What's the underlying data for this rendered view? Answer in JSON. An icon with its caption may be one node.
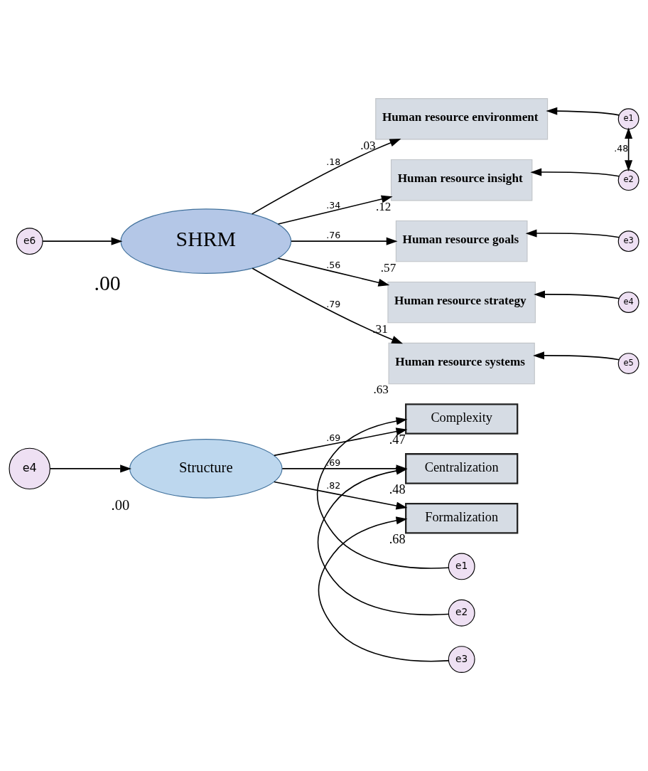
{
  "diagram": {
    "nodes": [
      {
        "text": [
          "e4"
        ]
      },
      {
        "text": [
          "Structure"
        ],
        "beside": [
          ".00"
        ]
      },
      {
        "text": [
          "e1"
        ]
      },
      {
        "text": [
          "Complexity"
        ],
        "beside": [
          ".47"
        ]
      },
      {
        "text": [
          "e2"
        ]
      },
      {
        "text": [
          "Centralization"
        ],
        "beside": [
          ".48"
        ]
      },
      {
        "text": [
          "e3"
        ]
      },
      {
        "text": [
          "Formalization"
        ],
        "beside": [
          ".68"
        ]
      },
      {
        "text": [
          "e6"
        ]
      },
      {
        "text": [
          "SHRM"
        ],
        "beside": [
          ".00"
        ]
      },
      {
        "text": [
          "Human resource environment"
        ],
        "beside": [
          ".03"
        ]
      },
      {
        "text": [
          "e1"
        ]
      },
      {
        "text": [
          "Human resource insight"
        ],
        "beside": [
          ".12"
        ]
      },
      {
        "text": [
          "e2"
        ]
      },
      {
        "text": [
          "Human resource goals"
        ],
        "beside": [
          ".57"
        ]
      },
      {
        "text": [
          "e3"
        ]
      },
      {
        "text": [
          "Human resource strategy"
        ],
        "beside": [
          ".31"
        ]
      },
      {
        "text": [
          "e4"
        ]
      },
      {
        "text": [
          "Human resource systems"
        ],
        "beside": [
          ".63"
        ]
      },
      {
        "text": [
          "e5"
        ]
      }
    ],
    "edges": [
      {
        "from": 0,
        "to": 1,
        "arrow": "to"
      },
      {
        "from": 1,
        "to": 3,
        "arrow": "to",
        "label": ".69"
      },
      {
        "from": 1,
        "to": 5,
        "arrow": "to",
        "label": ".69"
      },
      {
        "from": 1,
        "to": 7,
        "arrow": "to",
        "label": ".82"
      },
      {
        "from": 2,
        "to": 3,
        "arrow": "to"
      },
      {
        "from": 4,
        "to": 5,
        "arrow": "to"
      },
      {
        "from": 6,
        "to": 7,
        "arrow": "to"
      },
      {
        "from": 8,
        "to": 9,
        "arrow": "to"
      },
      {
        "from": 9,
        "to": 10,
        "arrow": "to",
        "label": ".18"
      },
      {
        "from": 9,
        "to": 12,
        "arrow": "to",
        "label": ".34"
      },
      {
        "from": 9,
        "to": 14,
        "arrow": "to",
        "label": ".76"
      },
      {
        "from": 9,
        "to": 16,
        "arrow": "to",
        "label": ".56"
      },
      {
        "from": 9,
        "to": 18,
        "arrow": "to",
        "label": ".79"
      },
      {
        "from": 11,
        "to": 10,
        "arrow": "to"
      },
      {
        "from": 13,
        "to": 12,
        "arrow": "to"
      },
      {
        "from": 15,
        "to": 14,
        "arrow": "to"
      },
      {
        "from": 17,
        "to": 16,
        "arrow": "to"
      },
      {
        "from": 19,
        "to": 18,
        "arrow": "to"
      },
      {
        "from": 11,
        "to": 13,
        "arrow": "both",
        "label": ".48"
      }
    ]
  }
}
